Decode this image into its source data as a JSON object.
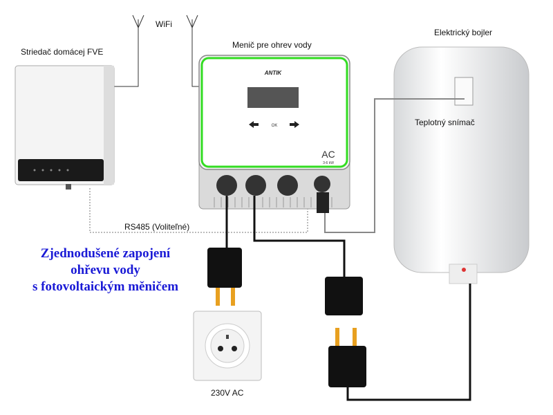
{
  "title_lines": [
    "Zjednodušené zapojení",
    "ohřevu vody",
    "s fotovoltaickým měničem"
  ],
  "labels": {
    "inverter": "Striedač domácej FVE",
    "wifi": "WiFi",
    "converter": "Menič pre ohrev vody",
    "boiler": "Elektrický bojler",
    "sensor": "Teplotný snímač",
    "rs485": "RS485 (Voliteľné)",
    "socket": "230V AC"
  },
  "converter_panel": {
    "brand": "ANTIK",
    "ok": "OK",
    "model": "AC",
    "power": "3-6 kW"
  },
  "colors": {
    "title": "#1a1ad6",
    "converter_border": "#33dd22",
    "cable": "#111111",
    "sensor_cable": "#888888",
    "prong": "#e8a020"
  }
}
